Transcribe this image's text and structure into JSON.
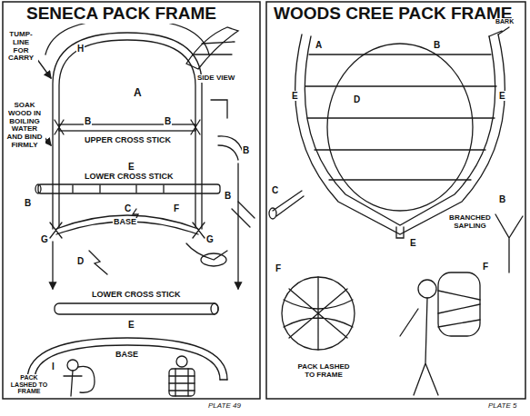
{
  "diagram": {
    "labels": [
      "SENECA PACK FRAME",
      "TUMP-LINE FOR CARRY",
      "H",
      "SIDE VIEW",
      "A",
      "B",
      "B",
      "SOAK WOOD IN BOILING WATER AND BIND FIRMLY",
      "UPPER CROSS STICK",
      "B",
      "E",
      "LOWER CROSS STICK",
      "B",
      "B",
      "C",
      "BASE",
      "F",
      "G",
      "G",
      "D",
      "LOWER CROSS STICK",
      "E",
      "BASE",
      "I",
      "PACK LASHED TO FRAME",
      "PLATE 49",
      "WOODS CREE PACK FRAME",
      "BARK",
      "A",
      "B",
      "E",
      "E",
      "D",
      "C",
      "E",
      "B",
      "BRANCHED SAPLING",
      "F",
      "F",
      "PACK LASHED TO FRAME",
      "PLATE 5"
    ]
  }
}
